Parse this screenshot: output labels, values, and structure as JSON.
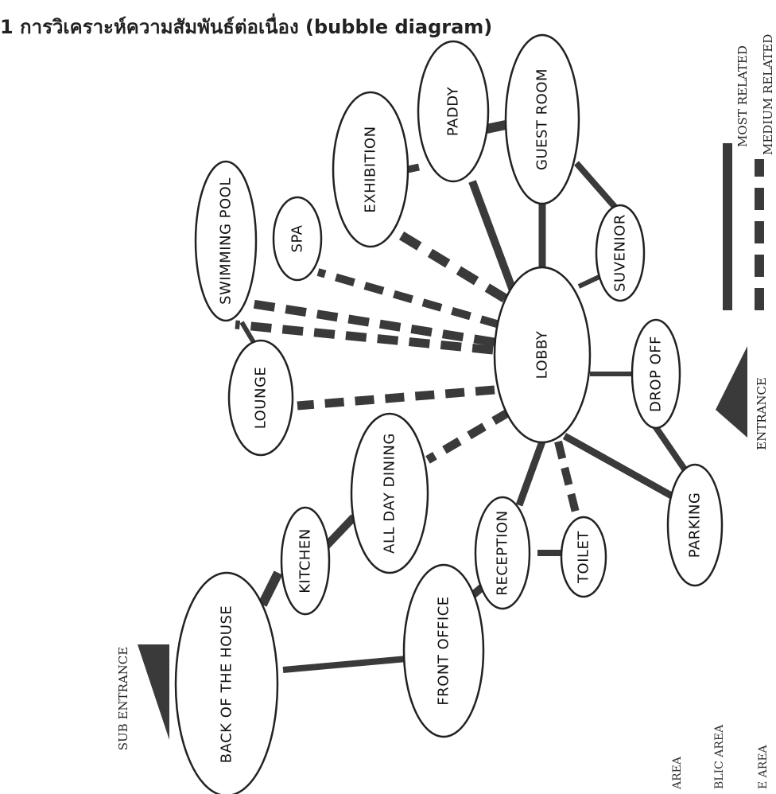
{
  "heading": "1 การวิเคราะห์ความสัมพันธ์ต่อเนื่อง (bubble diagram)",
  "nodes": {
    "lobby": "LOBBY",
    "guest_room": "GUEST ROOM",
    "paddy": "PADDY",
    "exhibition": "EXHIBITION",
    "suvenior": "SUVENIOR",
    "spa": "SPA",
    "swimming_pool": "SWIMMING POOL",
    "lounge": "LOUNGE",
    "drop_off": "DROP OFF",
    "all_day_dining": "ALL DAY DINING",
    "kitchen": "KITCHEN",
    "reception": "RECEPTION",
    "toilet": "TOILET",
    "parking": "PARKING",
    "front_office": "FRONT OFFICE",
    "back_of_the_house": "BACK OF THE HOUSE"
  },
  "markers": {
    "entrance": "ENTRANCE",
    "sub_entrance": "SUB ENTRANCE"
  },
  "legend": {
    "most_related": "MOST RELATED",
    "medium_related": "MEDIUM RELATED"
  },
  "bottom_labels": {
    "label_1": "AREA",
    "label_2": "BLIC AREA",
    "label_3": "E AREA"
  },
  "colors": {
    "line": "#3a3a3a",
    "text": "#111111"
  }
}
